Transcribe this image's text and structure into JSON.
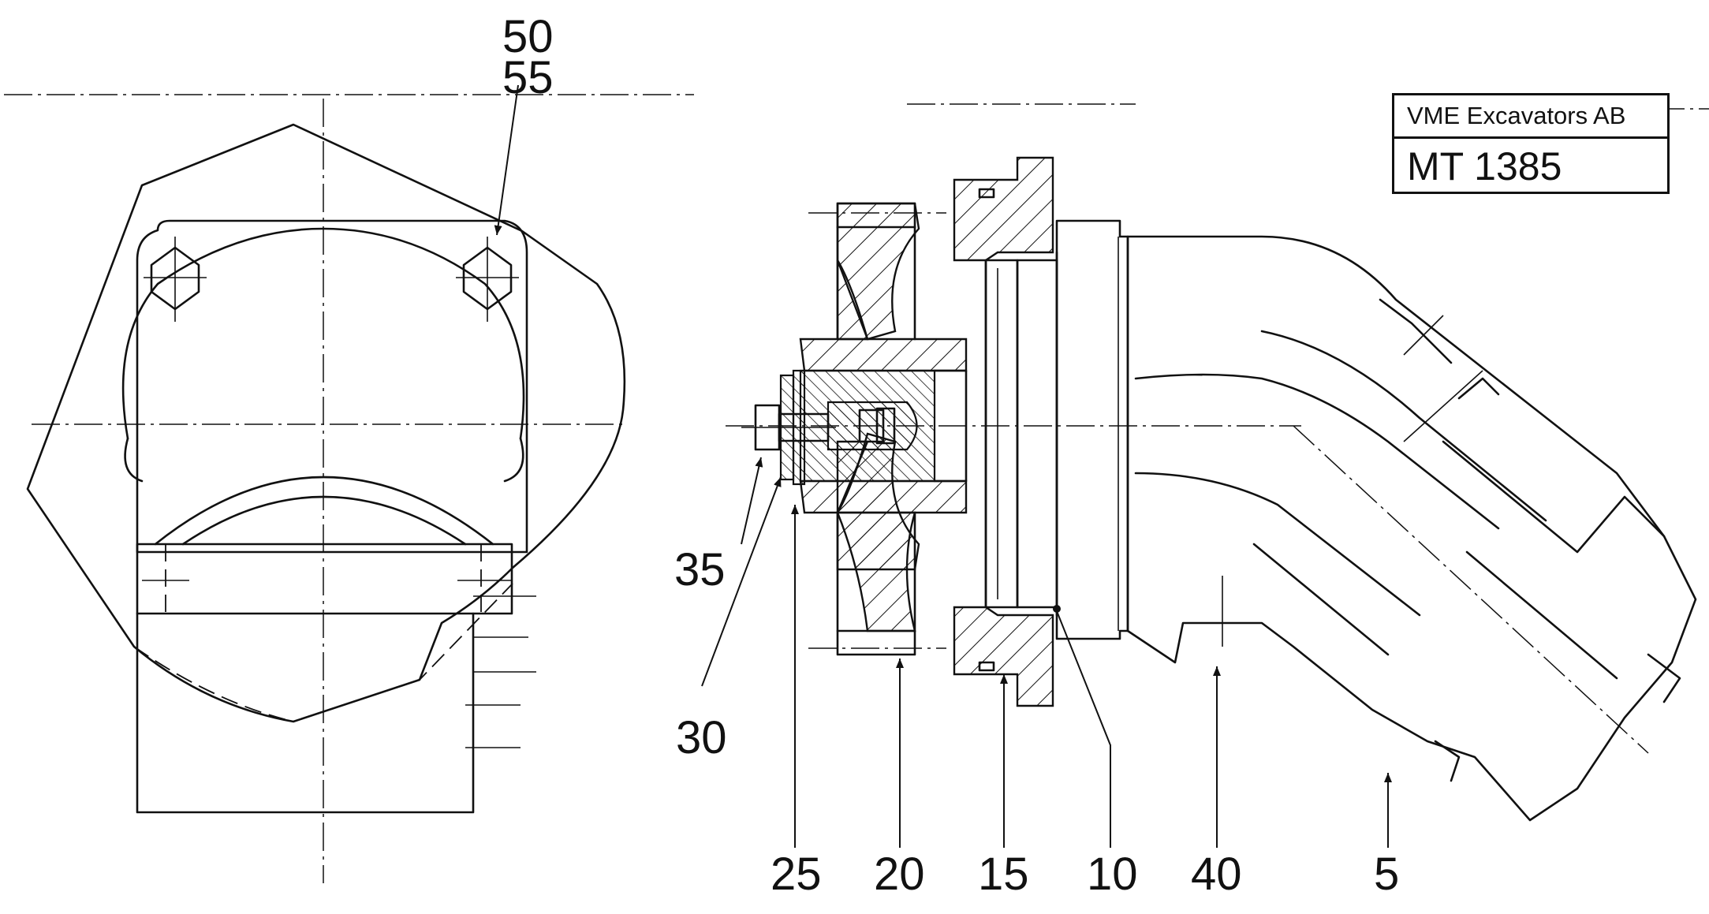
{
  "title_block": {
    "company": "VME Excavators AB",
    "document_number": "MT 1385"
  },
  "callouts": {
    "c50": "50",
    "c55": "55",
    "c35": "35",
    "c30": "30",
    "c25": "25",
    "c20": "20",
    "c15": "15",
    "c10": "10",
    "c40": "40",
    "c5": "5"
  }
}
